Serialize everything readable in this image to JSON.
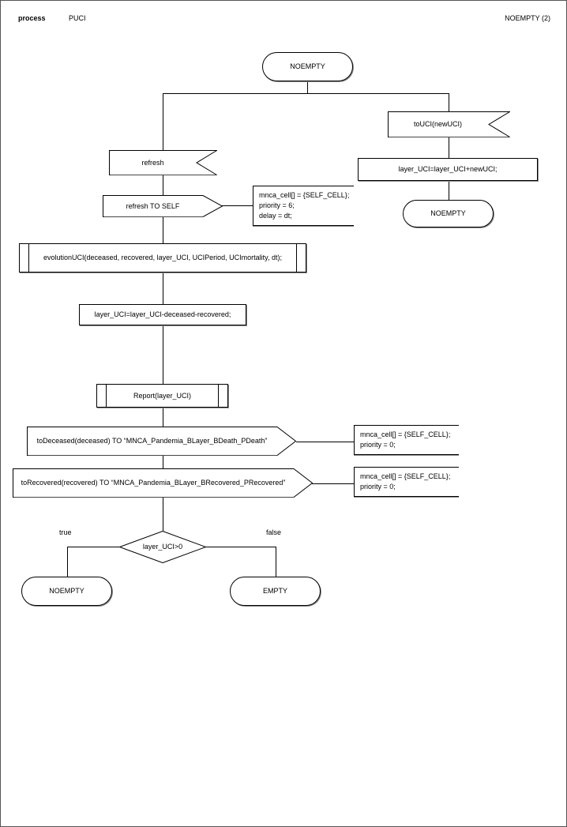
{
  "header": {
    "kind": "process",
    "process_name": "PUCI",
    "page_label": "NOEMPTY (2)"
  },
  "nodes": {
    "start_state": {
      "label": "NOEMPTY",
      "type": "state"
    },
    "input_touci": {
      "label": "toUCI(newUCI)",
      "type": "input"
    },
    "task_add_newuci": {
      "label": "layer_UCI=layer_UCI+newUCI;",
      "type": "task"
    },
    "state_noempty_right": {
      "label": "NOEMPTY",
      "type": "state"
    },
    "input_refresh": {
      "label": "refresh",
      "type": "input"
    },
    "output_refresh_self": {
      "label": "refresh TO SELF",
      "type": "output"
    },
    "comment_refresh": {
      "text": "mnca_cell[] = {SELF_CELL};\npriority = 6;\ndelay = dt;"
    },
    "proc_evolution": {
      "label": "evolutionUCI(deceased, recovered, layer_UCI, UCIPeriod, UCImortality, dt);",
      "type": "procedure"
    },
    "task_subtract": {
      "label": "layer_UCI=layer_UCI-deceased-recovered;",
      "type": "task"
    },
    "proc_report": {
      "label": "Report(layer_UCI)",
      "type": "procedure"
    },
    "output_todeceased": {
      "label": "toDeceased(deceased) TO “MNCA_Pandemia_BLayer_BDeath_PDeath”",
      "type": "output"
    },
    "comment_deceased": {
      "text": "mnca_cell[] = {SELF_CELL};\npriority = 0;"
    },
    "output_torecovered": {
      "label": "toRecovered(recovered) TO “MNCA_Pandemia_BLayer_BRecovered_PRecovered”",
      "type": "output"
    },
    "comment_recovered": {
      "text": "mnca_cell[] = {SELF_CELL};\npriority = 0;"
    },
    "decision": {
      "label": "layer_UCI>0",
      "type": "decision"
    },
    "branch_true_label": {
      "label": "true"
    },
    "branch_false_label": {
      "label": "false"
    },
    "state_noempty_end": {
      "label": "NOEMPTY",
      "type": "state"
    },
    "state_empty_end": {
      "label": "EMPTY",
      "type": "state"
    }
  },
  "colors": {
    "line": "#000000",
    "shadow": "#8a8a8a",
    "page_border": "#555555",
    "background": "#ffffff"
  }
}
